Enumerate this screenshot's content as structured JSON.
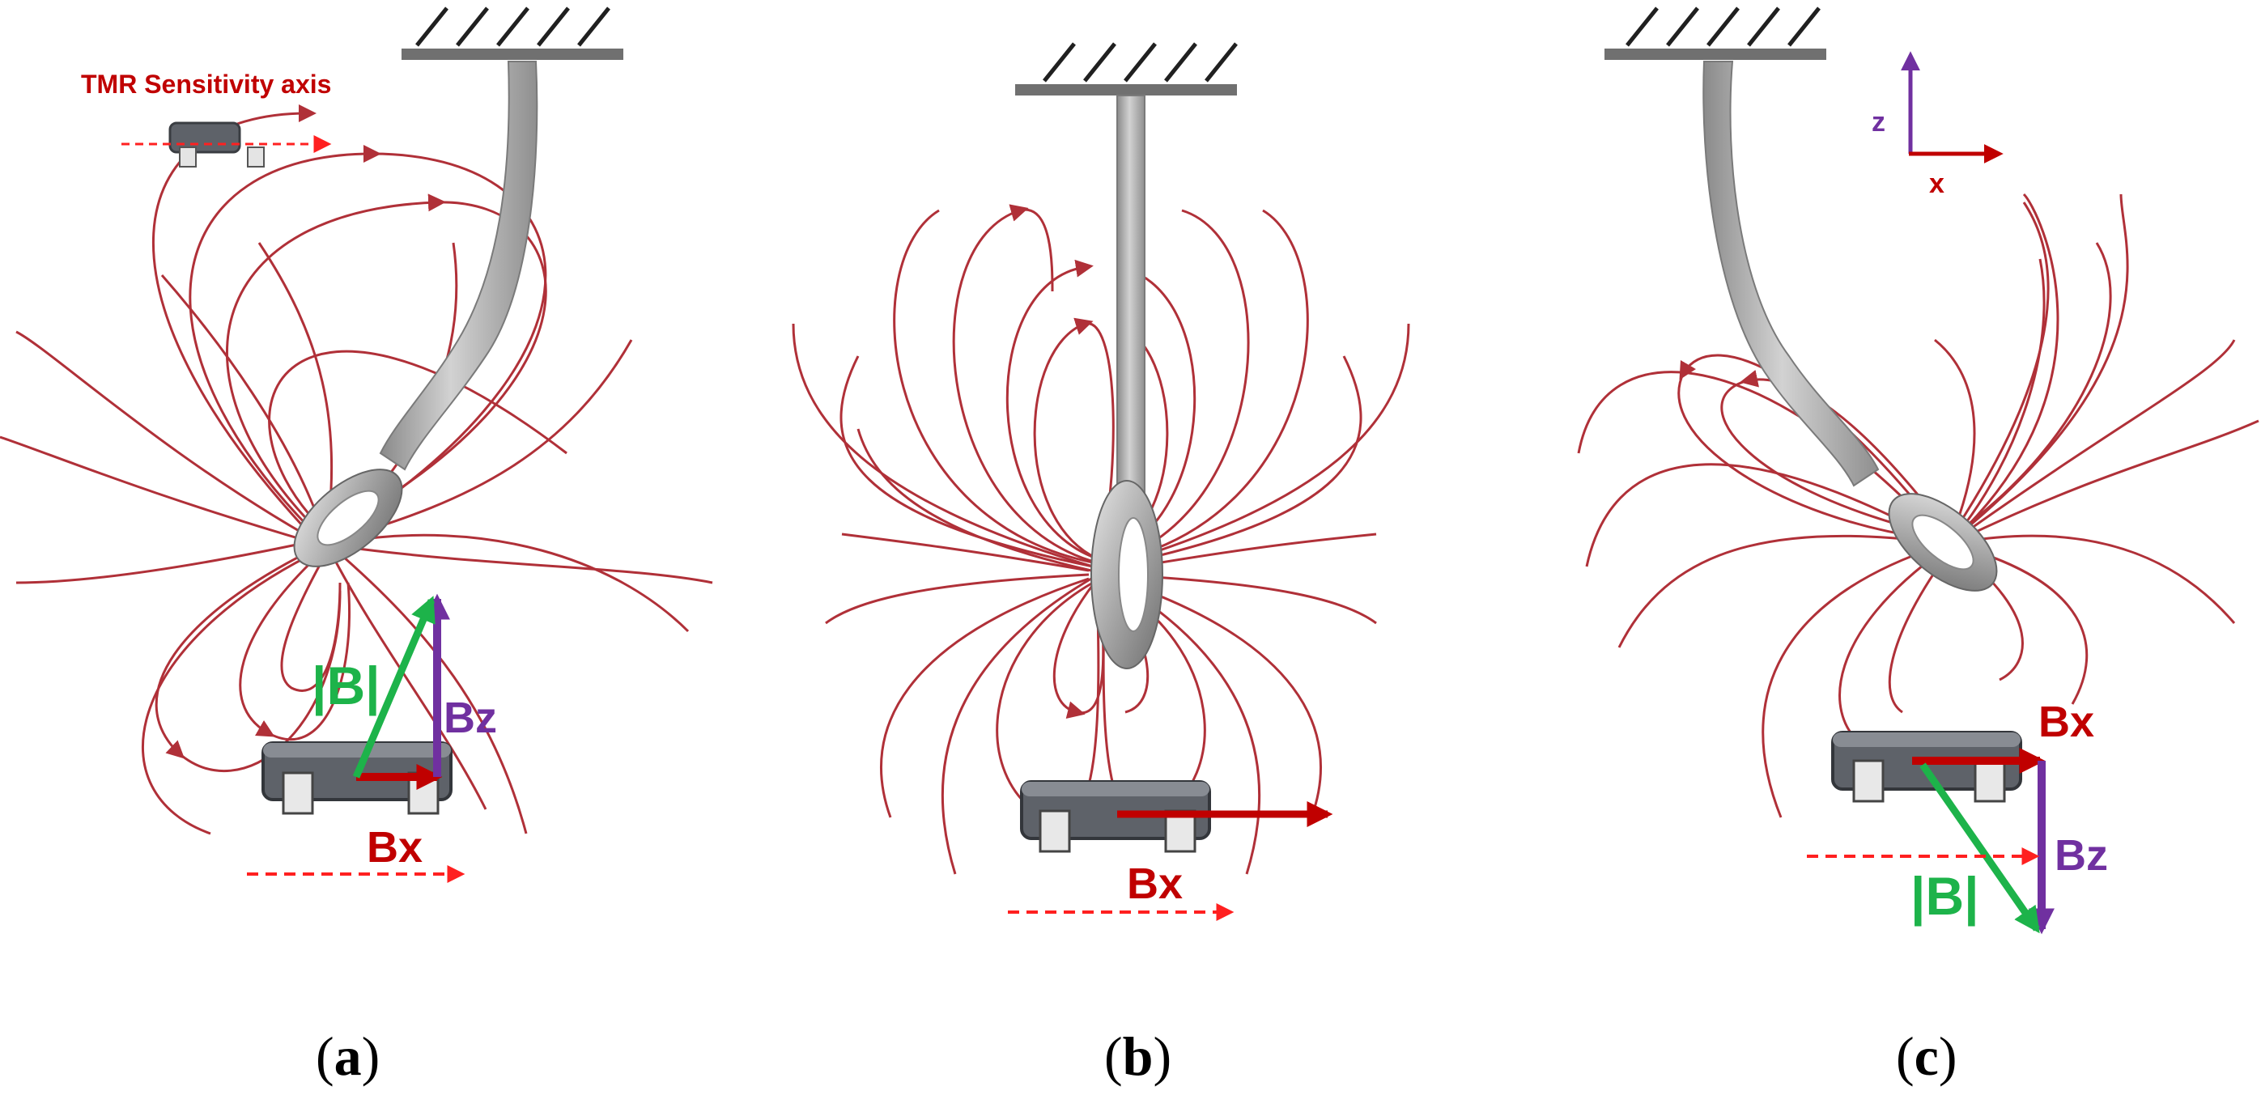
{
  "legend": {
    "sensitivity_axis_label": "TMR Sensitivity axis"
  },
  "axes": {
    "z_label": "z",
    "x_label": "x"
  },
  "panels": [
    {
      "caption_letter": "a",
      "bmag_label": "|B|",
      "bz_label": "Bz",
      "bx_label": "Bx"
    },
    {
      "caption_letter": "b",
      "bx_label": "Bx"
    },
    {
      "caption_letter": "c",
      "bmag_label": "|B|",
      "bz_label": "Bz",
      "bx_label": "Bx"
    }
  ],
  "colors": {
    "field_line": "#b03038",
    "bx_vector": "#c00000",
    "bz_vector": "#7030a0",
    "bmag_vector": "#1db34a",
    "sensitivity_arrow": "#ff2020",
    "sensor_body": "#5e6269",
    "cantilever": "#a3a3a3",
    "support": "#707070"
  }
}
